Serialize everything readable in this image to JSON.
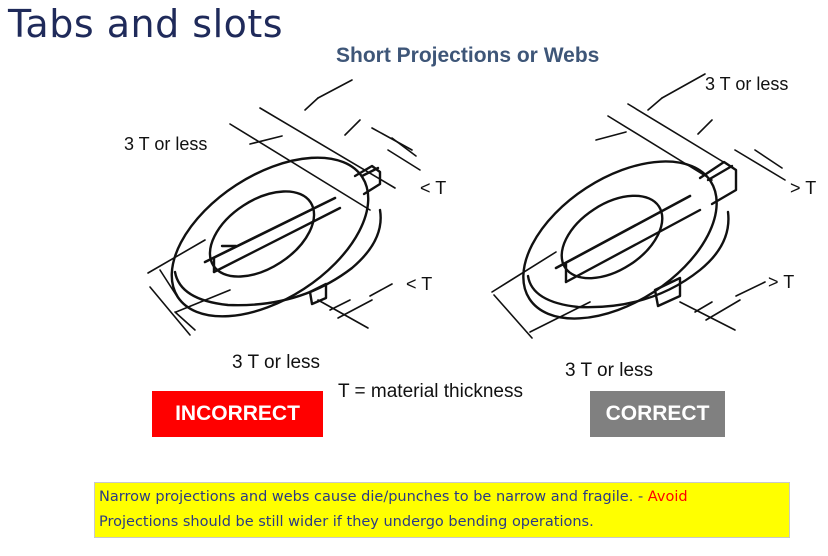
{
  "slide": {
    "title": "Tabs and slots",
    "subtitle": "Short Projections or Webs"
  },
  "figure": {
    "labels": {
      "left_top_width": "3 T or less",
      "left_tab_thickness": "< T",
      "left_web_thickness": "< T",
      "left_bottom_width": "3 T or less",
      "right_top_width": "3 T or less",
      "right_tab_thickness": "> T",
      "right_web_thickness": "> T",
      "right_bottom_width": "3 T or less",
      "thickness_note": "T = material thickness"
    },
    "badges": {
      "incorrect": "INCORRECT",
      "correct": "CORRECT"
    },
    "colors": {
      "incorrect": "#ff0000",
      "correct": "#808080",
      "note_background": "#ffff00",
      "note_text": "#2b3b86",
      "avoid_text": "#ff0000"
    }
  },
  "note": {
    "line1": "Narrow projections and webs cause die/punches to be narrow and fragile. -",
    "avoid": "Avoid",
    "line2": "Projections should be still wider if they undergo bending operations."
  }
}
